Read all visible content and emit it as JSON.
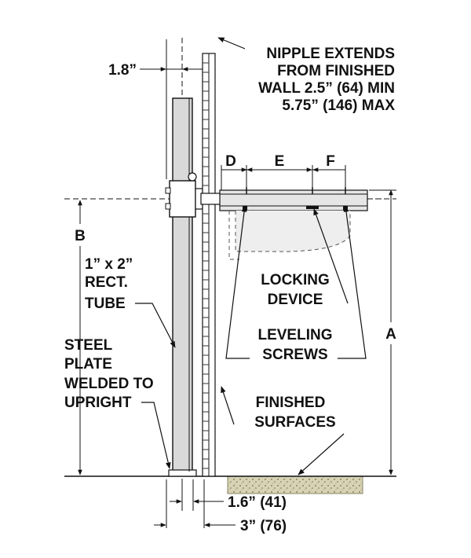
{
  "labels": {
    "nipple_line1": "NIPPLE EXTENDS",
    "nipple_line2": "FROM FINISHED",
    "nipple_line3": "WALL 2.5” (64) MIN",
    "nipple_line4": "5.75” (146) MAX",
    "dim_1_8": "1.8”",
    "dim_d": "D",
    "dim_e": "E",
    "dim_f": "F",
    "dim_b": "B",
    "dim_a": "A",
    "rect_line1": "1” x 2”",
    "rect_line2": "RECT.",
    "rect_line3": "TUBE",
    "locking_line1": "LOCKING",
    "locking_line2": "DEVICE",
    "leveling_line1": "LEVELING",
    "leveling_line2": "SCREWS",
    "steel_line1": "STEEL",
    "steel_line2": "PLATE",
    "steel_line3": "WELDED TO",
    "steel_line4": "UPRIGHT",
    "finished_line1": "FINISHED",
    "finished_line2": "SURFACES",
    "dim_1_6": "1.6” (41)",
    "dim_3": "3” (76)"
  },
  "colors": {
    "ink": "#111111",
    "tube_fill": "#d9d9d9",
    "shelf_fill": "#e0e0e0",
    "floor_fill": "#d8d3b4"
  }
}
